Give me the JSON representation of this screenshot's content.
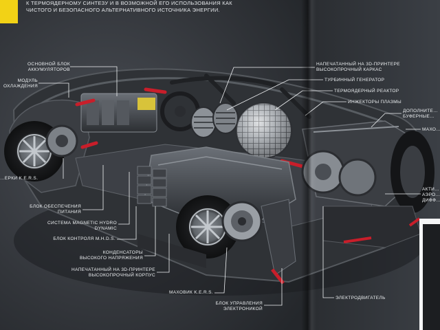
{
  "intro": {
    "line1": "к термоядерному синтезу и в возможной его использования как",
    "line2": "чистого и безопасного альтернативного источника энергии."
  },
  "labels": {
    "battery_block": [
      "Основной блок",
      "аккумуляторов"
    ],
    "cooling_module": [
      "Модуль",
      "охлаждения"
    ],
    "kers": [
      "…ерки K.E.R.S."
    ],
    "power_supply": [
      "Блок обеспечения",
      "питания"
    ],
    "magnetic_hydro": [
      "Система Magnetic Hydro",
      "Dynamic"
    ],
    "mhds_control": [
      "Блок контроля M.H.D.S."
    ],
    "capacitors": [
      "Конденсаторы",
      "высокого напряжения"
    ],
    "printed_body": [
      "Напечатанный на 3D-принтере",
      "высокопрочный корпус"
    ],
    "flywheel": [
      "Маховик K.E.R.S."
    ],
    "electronics_control": [
      "Блок управления",
      "электроникой"
    ],
    "printed_frame": [
      "Напечатанный на 3D-принтере",
      "высокопрочный каркас"
    ],
    "turbine_generator": [
      "Турбинный генератор"
    ],
    "fusion_reactor": [
      "Термоядерный реактор"
    ],
    "plasma_injectors": [
      "Инжекторы плазмы"
    ],
    "extra_buffers": [
      "Дополните…",
      "буферные…"
    ],
    "flywheel_right": [
      "Махо…"
    ],
    "active_aero": [
      "Акти…",
      "аэро…",
      "дифф…"
    ],
    "electric_motor": [
      "Электродвигатель"
    ]
  },
  "colors": {
    "background": "#2d3035",
    "car_body": "#3a3d42",
    "accent_red": "#c81e2a",
    "yellow_tab": "#f2d216",
    "leader_line": "#f2f4f6"
  }
}
